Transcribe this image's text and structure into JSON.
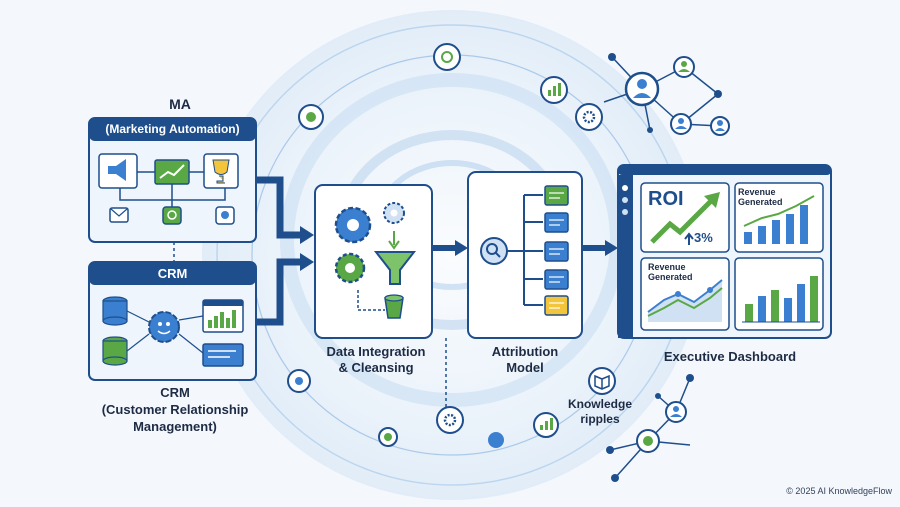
{
  "ma": {
    "title": "MA",
    "subtitle": "(Marketing Automation)"
  },
  "crm": {
    "box_title": "CRM",
    "caption_line1": "CRM",
    "caption_line2": "(Customer Relationship",
    "caption_line3": "Management)"
  },
  "integration": {
    "line1": "Data Integration",
    "line2": "& Cleansing"
  },
  "attribution": {
    "line1": "Attribution",
    "line2": "Model"
  },
  "dashboard": {
    "title": "Executive Dashboard",
    "roi_label": "ROI",
    "roi_value": "3%",
    "revenue_label_top": "Revenue Generated",
    "revenue_label_bottom": "Revenue Generated"
  },
  "knowledge": {
    "line1": "Knowledge",
    "line2": "ripples"
  },
  "footer": {
    "copyright": "© 2025 AI KnowledgeFlow"
  },
  "colors": {
    "navy": "#1f4e8c",
    "blue": "#3b7fd0",
    "green": "#5aa845",
    "yellow": "#f2c53d",
    "panel_bg": "#ffffff",
    "ring": "#bcd6ef"
  }
}
